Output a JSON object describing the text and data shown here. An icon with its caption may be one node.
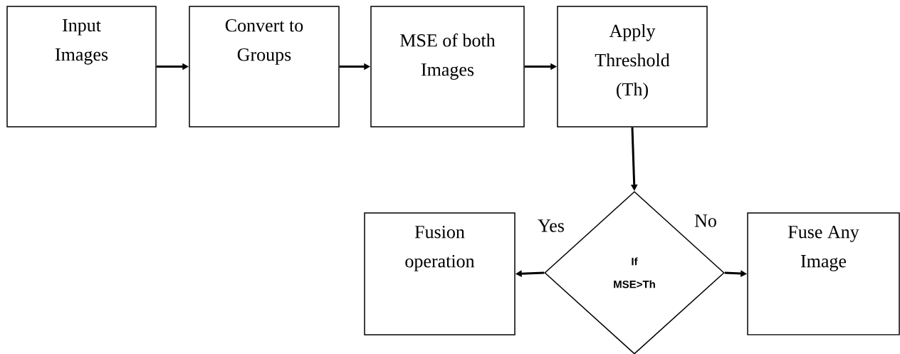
{
  "diagram": {
    "nodes": [
      {
        "text": [
          "Input Images"
        ]
      },
      {
        "text": [
          "Convert to Groups"
        ]
      },
      {
        "text": [
          "MSE of both Images"
        ]
      },
      {
        "text": [
          "Apply Threshold (Th)"
        ]
      },
      {
        "text": [
          "If MSE>Th"
        ]
      },
      {
        "text": [
          "Fusion operation"
        ]
      },
      {
        "text": [
          "Fuse Any Image"
        ]
      }
    ],
    "edges": [
      {
        "from": 0,
        "to": 1,
        "arrow": "to"
      },
      {
        "from": 1,
        "to": 2,
        "arrow": "to"
      },
      {
        "from": 2,
        "to": 3,
        "arrow": "to"
      },
      {
        "from": 3,
        "to": 4,
        "arrow": "to"
      },
      {
        "from": 4,
        "to": 5,
        "label": "Yes",
        "arrow": "to"
      },
      {
        "from": 4,
        "to": 6,
        "label": "No",
        "arrow": "to"
      }
    ]
  }
}
